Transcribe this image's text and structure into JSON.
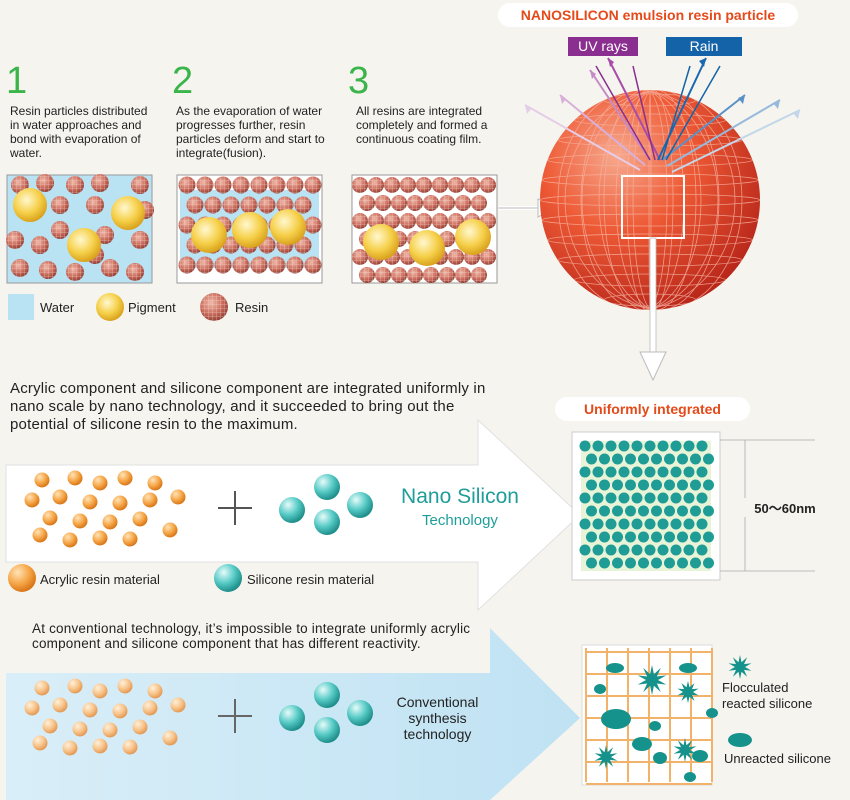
{
  "particle_title": "NANOSILICON emulsion resin particle",
  "uv_label": "UV rays",
  "rain_label": "Rain",
  "steps": [
    {
      "num": "1",
      "text": "Resin particles distributed in water approaches and bond with evaporation of water."
    },
    {
      "num": "2",
      "text": "As the evaporation of water progresses further, resin particles deform and start to integrate(fusion)."
    },
    {
      "num": "3",
      "text": "All resins are integrated completely and formed a continuous coating film."
    }
  ],
  "legend": {
    "water": "Water",
    "pigment": "Pigment",
    "resin": "Resin"
  },
  "nano_paragraph": "Acrylic component and silicone component are integrated uniformly in nano scale by nano technology, and it succeeded to bring out the potential of silicone resin to the maximum.",
  "uniform_label": "Uniformly integrated",
  "nano_tech": {
    "line1": "Nano Silicon",
    "line2": "Technology"
  },
  "size_label": "50～60nm",
  "material_legend": {
    "acrylic": "Acrylic resin material",
    "silicone": "Silicone resin material"
  },
  "conv_paragraph": "At conventional technology, it’s impossible to integrate uniformly acrylic component and silicone component that has different reactivity.",
  "conv_tech": {
    "line1": "Conventional",
    "line2": "synthesis",
    "line3": "technology"
  },
  "conv_legend": {
    "flocculated_line1": "Flocculated",
    "flocculated_line2": "reacted silicone",
    "unreacted": "Unreacted silicone"
  },
  "colors": {
    "green": "#3bb54a",
    "orange": "#e54a1a",
    "teal": "#1f9e99",
    "uv_purple": "#8a2e8f",
    "rain_blue": "#1463a8"
  }
}
